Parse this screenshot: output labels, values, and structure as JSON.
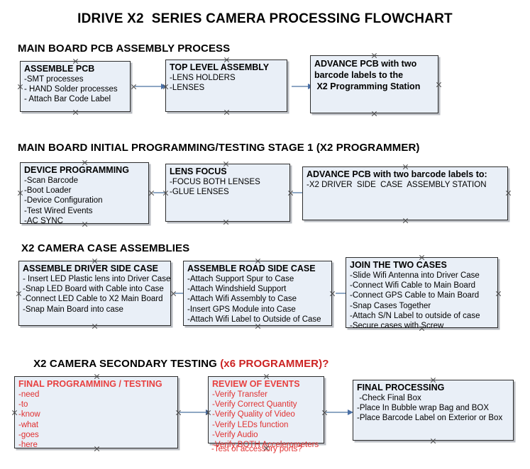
{
  "document": {
    "title": "IDRIVE X2  SERIES CAMERA PROCESSING FLOWCHART"
  },
  "colors": {
    "box_fill": "#e9eff7",
    "box_border": "#2c2c2c",
    "connector": "#8ea7c4",
    "arrowhead": "#4a6fa5",
    "accent_red": "#e03030",
    "text": "#000000"
  },
  "sections": [
    {
      "id": "main-board-pcb-assembly",
      "heading": "MAIN BOARD PCB ASSEMBLY PROCESS",
      "heading_accent": ""
    },
    {
      "id": "main-board-initial-programming",
      "heading": "MAIN BOARD INITIAL PROGRAMMING/TESTING STAGE 1 (X2 PROGRAMMER)",
      "heading_accent": ""
    },
    {
      "id": "x2-camera-case-assemblies",
      "heading": "X2 CAMERA CASE ASSEMBLIES",
      "heading_accent": ""
    },
    {
      "id": "x2-camera-secondary-testing",
      "heading": "X2 CAMERA SECONDARY TESTING ",
      "heading_accent": "(x6 PROGRAMMER)?"
    }
  ],
  "nodes": [
    {
      "id": "assemble-pcb",
      "title": "ASSEMBLE PCB",
      "lines": [
        "-SMT processes",
        "- HAND Solder processes",
        "- Attach Bar Code Label"
      ],
      "red": false
    },
    {
      "id": "top-level-assembly",
      "title": "TOP LEVEL ASSEMBLY",
      "lines": [
        "-LENS HOLDERS",
        "-LENSES"
      ],
      "red": false
    },
    {
      "id": "advance-pcb-programming-station",
      "title": "ADVANCE PCB with two\nbarcode labels to the\n X2 Programming Station",
      "lines": [],
      "red": false
    },
    {
      "id": "device-programming",
      "title": "DEVICE PROGRAMMING",
      "lines": [
        "-Scan Barcode",
        "-Boot Loader",
        "-Device Configuration",
        "-Test Wired Events",
        "-AC SYNC"
      ],
      "red": false
    },
    {
      "id": "lens-focus",
      "title": "LENS FOCUS",
      "lines": [
        "-FOCUS BOTH LENSES",
        "-GLUE LENSES"
      ],
      "red": false
    },
    {
      "id": "advance-pcb-driver-side-case",
      "title": "ADVANCE PCB with two barcode labels to:",
      "lines": [
        "-X2 DRIVER  SIDE  CASE  ASSEMBLY STATION"
      ],
      "red": false
    },
    {
      "id": "assemble-driver-side-case",
      "title": "ASSEMBLE DRIVER SIDE CASE",
      "lines": [
        "- Insert LED Plastic lens into Driver Case",
        "-Snap LED Board with Cable into Case",
        "-Connect LED Cable to X2 Main Board",
        "-Snap Main Board into case"
      ],
      "red": false
    },
    {
      "id": "assemble-road-side-case",
      "title": "ASSEMBLE ROAD SIDE CASE",
      "lines": [
        "-Attach Support Spur to Case",
        "-Attach Windshield Support",
        "-Attach Wifi Assembly to Case",
        "-Insert GPS Module into Case",
        "-Attach Wifi Label to Outside of Case"
      ],
      "red": false
    },
    {
      "id": "join-the-two-cases",
      "title": "JOIN THE TWO CASES",
      "lines": [
        "-Slide Wifi Antenna into Driver Case",
        "-Connect Wifi Cable to Main Board",
        "-Connect GPS Cable to Main Board",
        "-Snap Cases Together",
        "-Attach S/N Label to outside of case",
        "-Secure cases with Screw"
      ],
      "red": false
    },
    {
      "id": "final-programming-testing",
      "title": "FINAL PROGRAMMING / TESTING",
      "lines": [
        "-need",
        "-to",
        "-know",
        "-what",
        "-goes",
        "-here"
      ],
      "red": true
    },
    {
      "id": "review-of-events",
      "title": "REVIEW OF EVENTS",
      "lines": [
        "-Verify Transfer",
        "-Verify Correct Quantity",
        "-Verify Quality of Video",
        "-Verify LEDs function",
        "-Verify Audio",
        "-Verify BOTH Accelerometers"
      ],
      "overflow_line": "-Test of accessory ports?",
      "red": true
    },
    {
      "id": "final-processing",
      "title": "FINAL PROCESSING",
      "lines": [
        " -Check Final Box",
        "-Place In Bubble wrap Bag and BOX",
        "-Place Barcode Label on Exterior or Box"
      ],
      "red": false
    }
  ]
}
